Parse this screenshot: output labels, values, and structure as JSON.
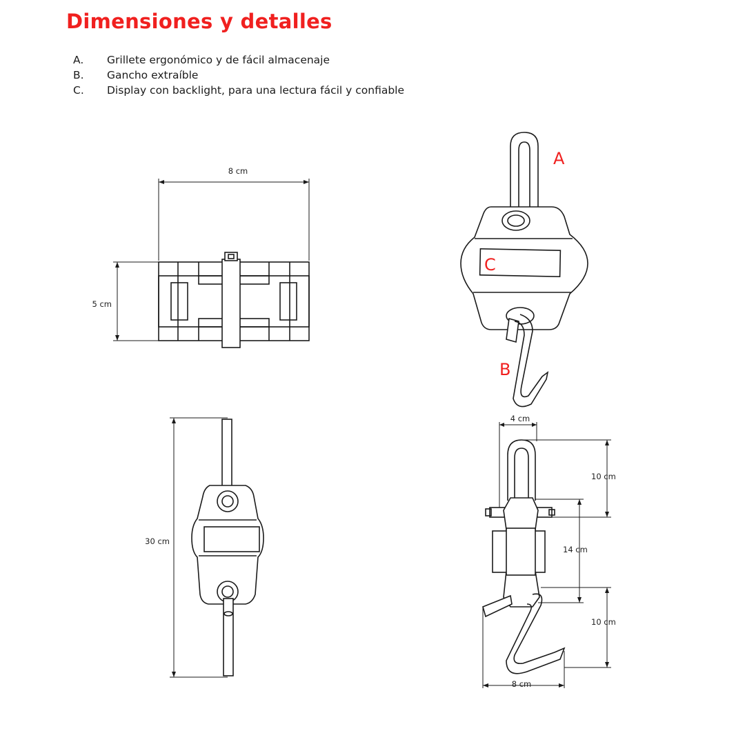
{
  "header": {
    "title": "Dimensiones y detalles",
    "title_color": "#f0201f"
  },
  "legend": [
    {
      "letter": "A.",
      "text": "Grillete ergonómico y de fácil almacenaje"
    },
    {
      "letter": "B.",
      "text": "Gancho extraíble"
    },
    {
      "letter": "C.",
      "text": "Display con backlight, para una lectura fácil y confiable"
    }
  ],
  "callouts": {
    "a": "A",
    "b": "B",
    "c": "C",
    "color": "#f0201f"
  },
  "dimensions": {
    "top_view_width": "8 cm",
    "top_view_height": "5 cm",
    "front_view_height": "30 cm",
    "side_shackle_width": "4 cm",
    "side_shackle_height": "10 cm",
    "side_body_height": "14 cm",
    "side_hook_height": "10 cm",
    "side_hook_width": "8 cm"
  }
}
